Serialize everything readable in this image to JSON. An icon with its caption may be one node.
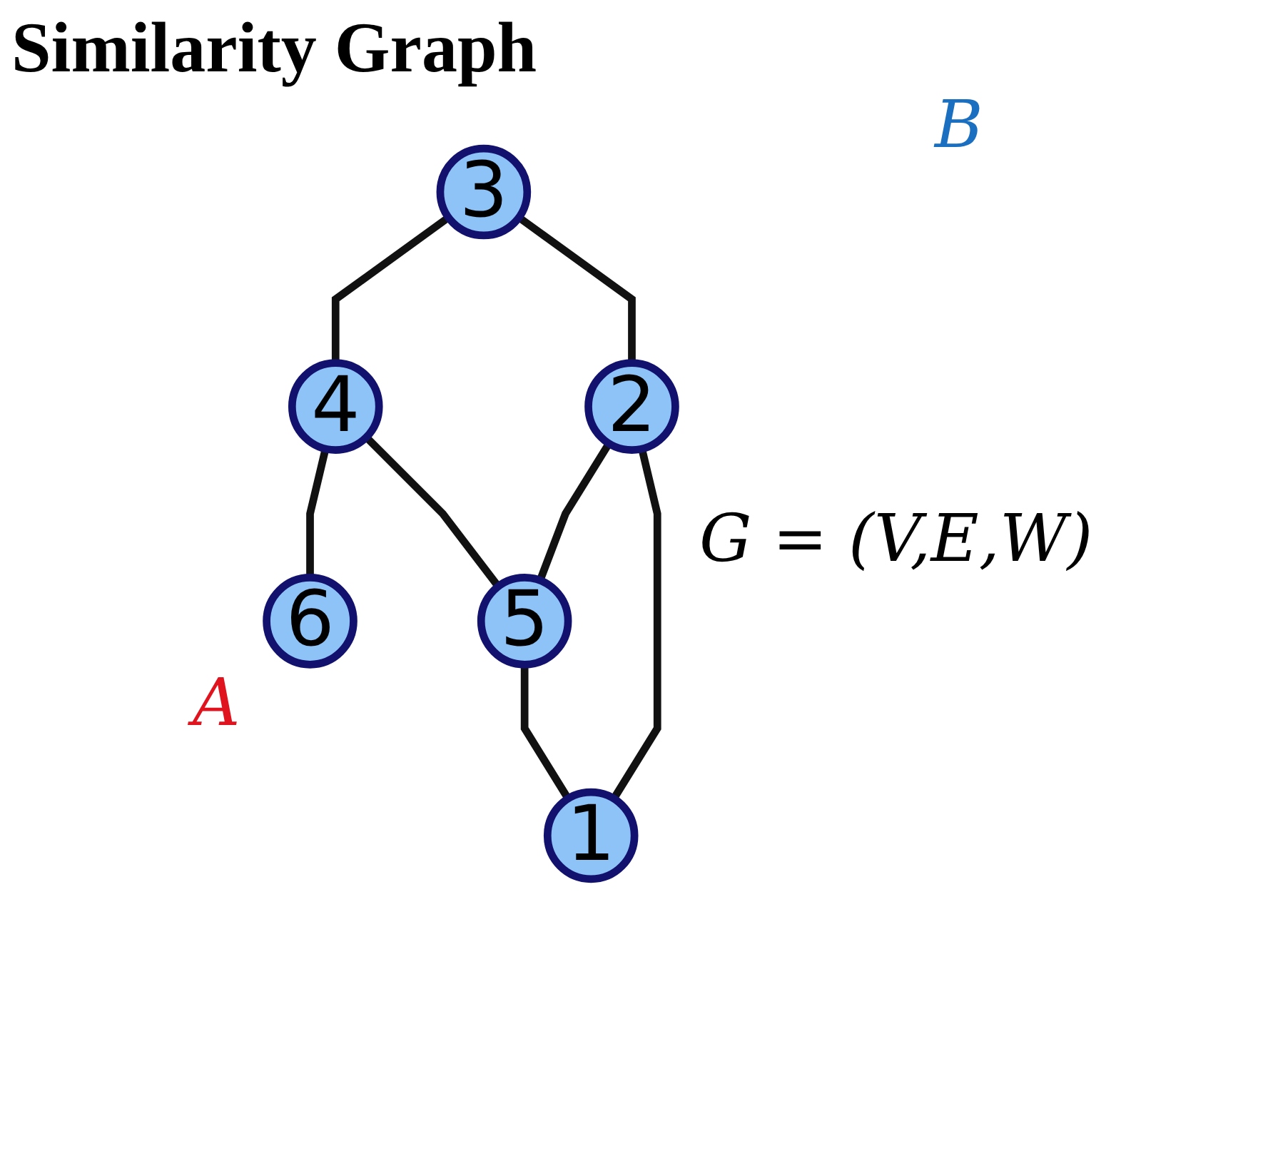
{
  "diagram": {
    "title": "Similarity Graph",
    "nodes": [
      {
        "text": [
          "6"
        ]
      },
      {
        "text": [
          "3"
        ]
      },
      {
        "text": [
          "4"
        ]
      },
      {
        "text": [
          "2"
        ]
      },
      {
        "text": [
          "5"
        ]
      },
      {
        "text": [
          "1"
        ]
      }
    ],
    "edges": [
      {
        "from": 1,
        "to": 2,
        "arrow": "none"
      },
      {
        "from": 2,
        "to": 0,
        "arrow": "none"
      },
      {
        "from": 1,
        "to": 3,
        "arrow": "none"
      },
      {
        "from": 2,
        "to": 4,
        "arrow": "none"
      },
      {
        "from": 3,
        "to": 4,
        "arrow": "none"
      },
      {
        "from": 3,
        "to": 5,
        "arrow": "none"
      },
      {
        "from": 4,
        "to": 5,
        "arrow": "none"
      }
    ],
    "labels": [
      "B",
      "G = (V,E,W)",
      "A"
    ]
  }
}
